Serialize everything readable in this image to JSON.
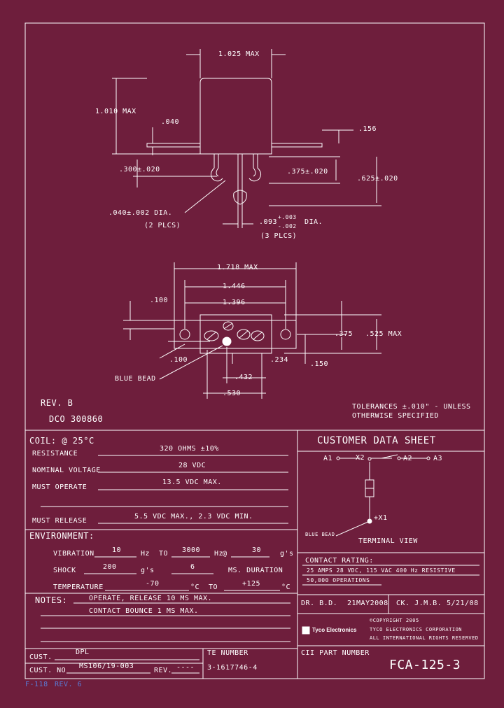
{
  "drawing": {
    "dim_1025": "1.025 MAX",
    "dim_1010": "1.010 MAX",
    "dim_040": ".040",
    "dim_156": ".156",
    "dim_300": ".300±.020",
    "dim_375a": ".375±.020",
    "dim_625": ".625±.020",
    "dim_040dia": ".040±.002 DIA.",
    "dim_2plcs": "(2 PLCS)",
    "dim_093": ".093",
    "dim_093_plus": "+.003",
    "dim_093_minus": "-.002",
    "dim_dia": "DIA.",
    "dim_3plcs": "(3 PLCS)",
    "dim_1718": "1.718 MAX",
    "dim_1446": "1.446",
    "dim_1396": "1.396",
    "dim_100a": ".100",
    "dim_375b": ".375",
    "dim_525": ".525 MAX",
    "dim_100b": ".100",
    "dim_234": ".234",
    "dim_150": ".150",
    "dim_432": ".432",
    "dim_530": ".530",
    "blue_bead": "BLUE BEAD",
    "rev": "REV. B",
    "dco": "DCO 300860",
    "tolerances1": "TOLERANCES ±.010\" - UNLESS",
    "tolerances2": "OTHERWISE SPECIFIED"
  },
  "coil": {
    "heading": "COIL: @ 25°C",
    "resistance_label": "RESISTANCE",
    "resistance_value": "320 OHMS ±10%",
    "nominal_label": "NOMINAL VOLTAGE",
    "nominal_value": "28 VDC",
    "must_operate_label": "MUST OPERATE",
    "must_operate_value": "13.5 VDC MAX.",
    "must_release_label": "MUST RELEASE",
    "must_release_value": "5.5 VDC MAX., 2.3 VDC MIN."
  },
  "environment": {
    "heading": "ENVIRONMENT:",
    "vibration_label": "VIBRATION",
    "vib_value1": "10",
    "vib_unit1": "Hz",
    "vib_to": "TO",
    "vib_value2": "3000",
    "vib_unit2": "Hz",
    "vib_at": "@",
    "vib_value3": "30",
    "vib_unit3": "g's",
    "shock_label": "SHOCK",
    "shock_value": "200",
    "shock_unit": "g's",
    "shock_value2": "6",
    "shock_unit2": "MS. DURATION",
    "temp_label": "TEMPERATURE",
    "temp_value1": "-70",
    "temp_unit1": "°C",
    "temp_to": "TO",
    "temp_value2": "+125",
    "temp_unit2": "°C"
  },
  "notes": {
    "heading": "NOTES:",
    "line1": "OPERATE, RELEASE 10 MS MAX.",
    "line2": "CONTACT BOUNCE 1 MS MAX."
  },
  "customer": {
    "cust_label": "CUST.",
    "cust_value": "DPL",
    "cust_no_label": "CUST. NO",
    "cust_no_value": "MS106/19-003",
    "rev_label": "REV.",
    "rev_value": "----",
    "te_label": "TE NUMBER",
    "te_value": "3-1617746-4",
    "cii_label": "CII PART NUMBER",
    "part_number": "FCA-125-3"
  },
  "datasheet": {
    "title": "CUSTOMER DATA SHEET",
    "a1": "A1",
    "x2": "X2",
    "a2": "A2",
    "a3": "A3",
    "x1": "+X1",
    "blue_bead": "BLUE BEAD",
    "terminal_view": "TERMINAL VIEW",
    "contact_rating_label": "CONTACT RATING:",
    "contact_rating_1": "25 AMPS 28 VDC, 115 VAC 400 Hz RESISTIVE",
    "contact_rating_2": "50,000 OPERATIONS",
    "dr": "DR. B.D.",
    "dr_date": "21MAY2008",
    "ck": "CK. J.M.B.",
    "ck_date": "5/21/08",
    "brand": "Tyco Electronics",
    "copyright1": "©COPYRIGHT 2005",
    "copyright2": "TYCO ELECTRONICS CORPORATION",
    "copyright3": "ALL INTERNATIONAL RIGHTS RESERVED"
  },
  "footer": {
    "form": "F-118",
    "rev": "REV. 6"
  }
}
